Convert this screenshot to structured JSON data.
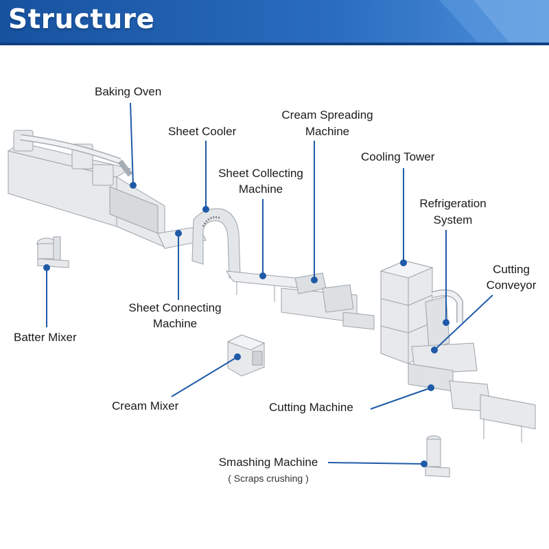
{
  "header": {
    "title": "Structure"
  },
  "colors": {
    "banner": "#1f5fae",
    "banner_light": "#4b8fd8",
    "leader": "#1e5aa8",
    "machine": "#e6e8ea",
    "machine_edge": "#9aa1a8"
  },
  "labels": {
    "baking_oven": "Baking Oven",
    "sheet_cooler": "Sheet Cooler",
    "cream_spreading_1": "Cream Spreading",
    "cream_spreading_2": "Machine",
    "sheet_collecting_1": "Sheet Collecting",
    "sheet_collecting_2": "Machine",
    "cooling_tower": "Cooling Tower",
    "refrigeration_1": "Refrigeration",
    "refrigeration_2": "System",
    "cutting_conveyor_1": "Cutting",
    "cutting_conveyor_2": "Conveyor",
    "sheet_connecting_1": "Sheet Connecting",
    "sheet_connecting_2": "Machine",
    "batter_mixer": "Batter Mixer",
    "cream_mixer": "Cream Mixer",
    "cutting_machine": "Cutting Machine",
    "smashing_machine": "Smashing Machine",
    "smashing_note": "( Scraps crushing )"
  }
}
